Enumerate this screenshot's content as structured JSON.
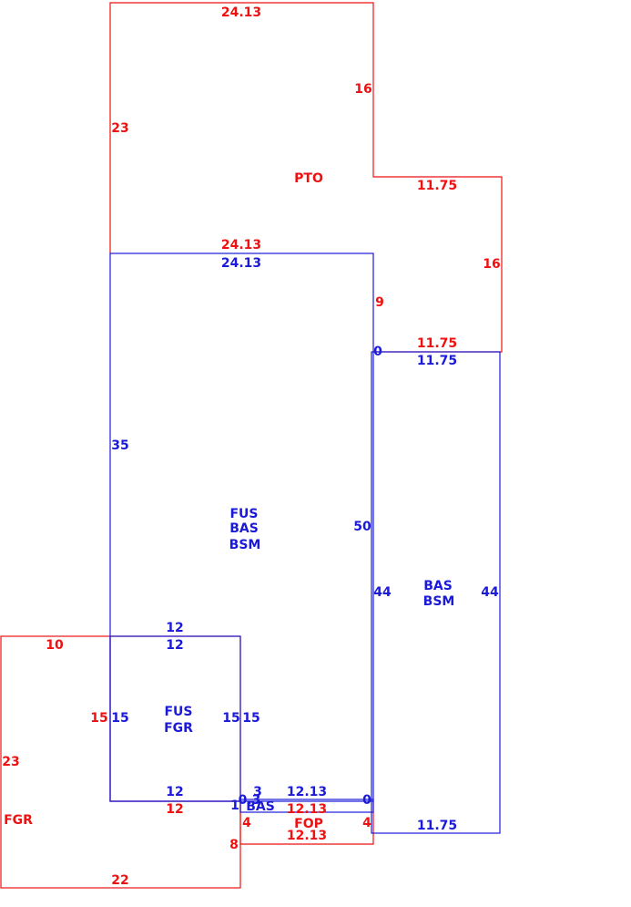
{
  "colors": {
    "red": "#ee1111",
    "blue": "#1a1ad8"
  },
  "areas": {
    "pto": {
      "code": "PTO"
    },
    "fus_bas_bsm": {
      "line1": "FUS",
      "line2": "BAS",
      "line3": "BSM"
    },
    "bas_bsm": {
      "line1": "BAS",
      "line2": "BSM"
    },
    "fus_fgr": {
      "line1": "FUS",
      "line2": "FGR"
    },
    "fgr": {
      "code": "FGR"
    },
    "fop": {
      "code": "FOP"
    },
    "bas_small": {
      "code": "BAS"
    }
  },
  "dimensions": {
    "pto_top": "24.13",
    "pto_right": "16",
    "pto_left": "23",
    "pto_step": "11.75",
    "pto_right_lower": "16",
    "pto_bottom": "24.13",
    "pto_bottom_right": "11.75",
    "pto_seg": "9",
    "main_top": "24.13",
    "main_left": "35",
    "main_right": "50",
    "right_top": "11.75",
    "right_left": "44",
    "right_right": "44",
    "right_bottom": "11.75",
    "right_zero_top": "0",
    "right_zero_bottom": "0",
    "fus_fgr_top_outer": "12",
    "fus_fgr_top_inner": "12",
    "fus_fgr_left_red": "15",
    "fus_fgr_left_blue": "15",
    "fus_fgr_right_inner": "15",
    "fus_fgr_right_outer": "15",
    "fus_fgr_bottom_blue": "12",
    "fus_fgr_bottom_red": "12",
    "fgr_top": "10",
    "fgr_left": "23",
    "fgr_bottom": "22",
    "fgr_right_lower": "8",
    "fop_left": "4",
    "fop_right": "4",
    "fop_top": "12.13",
    "fop_bottom": "12.13",
    "bas_strip_top": "12.13",
    "bas_strip_zero": "0.3",
    "bas_strip_three": "3",
    "bas_strip_one": "1"
  }
}
